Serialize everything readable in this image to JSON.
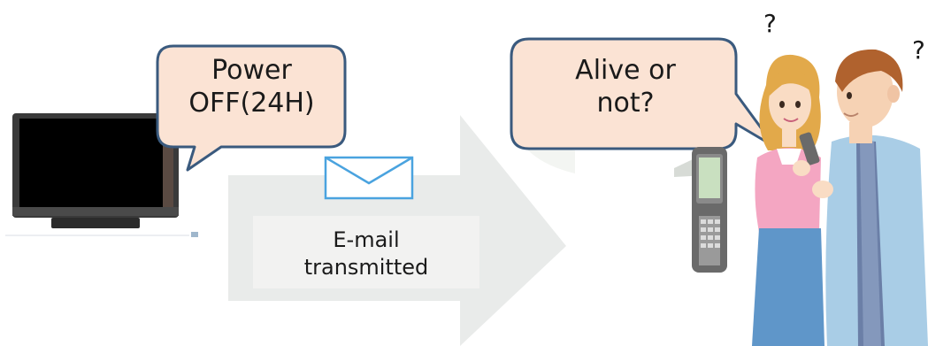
{
  "tv_bubble": {
    "line1": "Power",
    "line2": "OFF(24H)"
  },
  "email_caption": {
    "line1": "E-mail",
    "line2": "transmitted"
  },
  "alive_bubble": {
    "line1": "Alive or",
    "line2": "not?"
  },
  "question_marks": [
    "?",
    "?"
  ],
  "colors": {
    "bubble_fill": "#fbe3d4",
    "bubble_border": "#3a5a7e",
    "arrow_fill": "#e9ebea",
    "envelope_stroke": "#4aa3df",
    "woman_top": "#f4a6c2",
    "man_shirt": "#a9cde6"
  }
}
